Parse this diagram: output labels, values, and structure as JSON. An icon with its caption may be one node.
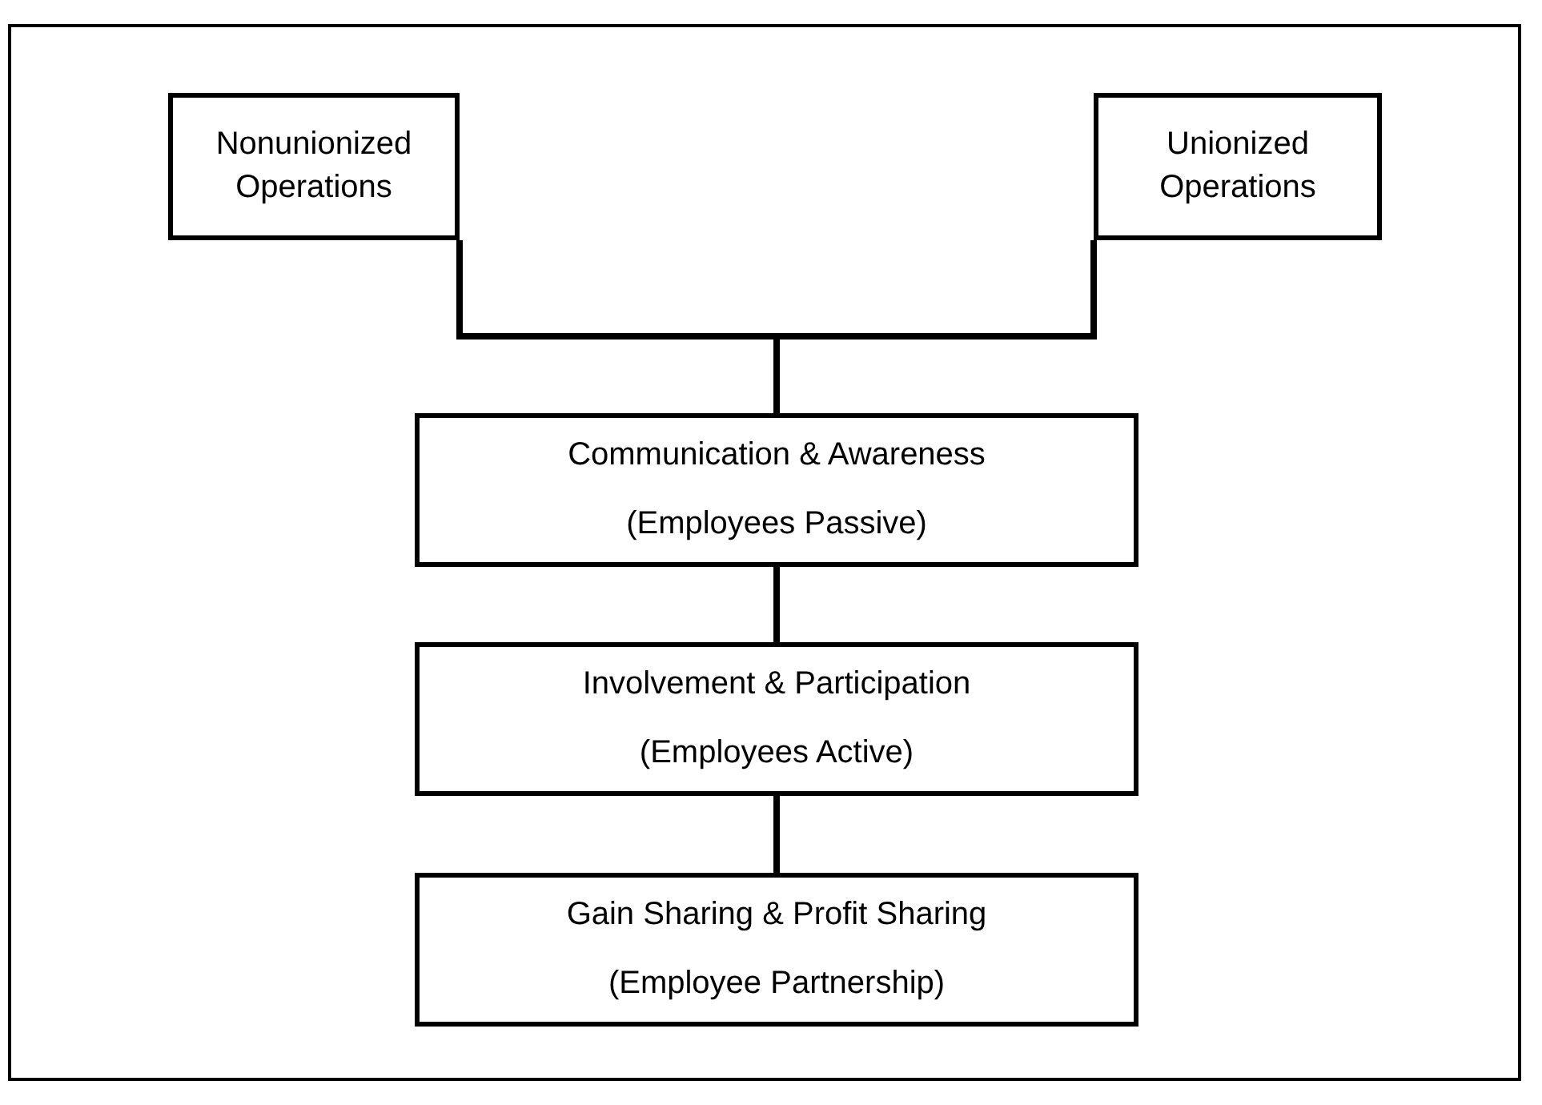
{
  "diagram": {
    "nodes": [
      {
        "text": [
          "Nonunionized Operations"
        ]
      },
      {
        "text": [
          "Unionized Operations"
        ]
      },
      {
        "text": [
          "Communication & Awareness",
          "(Employees Passive)"
        ]
      },
      {
        "text": [
          "Involvement & Participation",
          "(Employees Active)"
        ]
      },
      {
        "text": [
          "Gain Sharing & Profit Sharing",
          "(Employee Partnership)"
        ]
      }
    ],
    "edges": [
      {
        "from": 0,
        "to": 2,
        "arrow": "none"
      },
      {
        "from": 1,
        "to": 2,
        "arrow": "none"
      },
      {
        "from": 2,
        "to": 3,
        "arrow": "none"
      },
      {
        "from": 3,
        "to": 4,
        "arrow": "none"
      }
    ]
  }
}
